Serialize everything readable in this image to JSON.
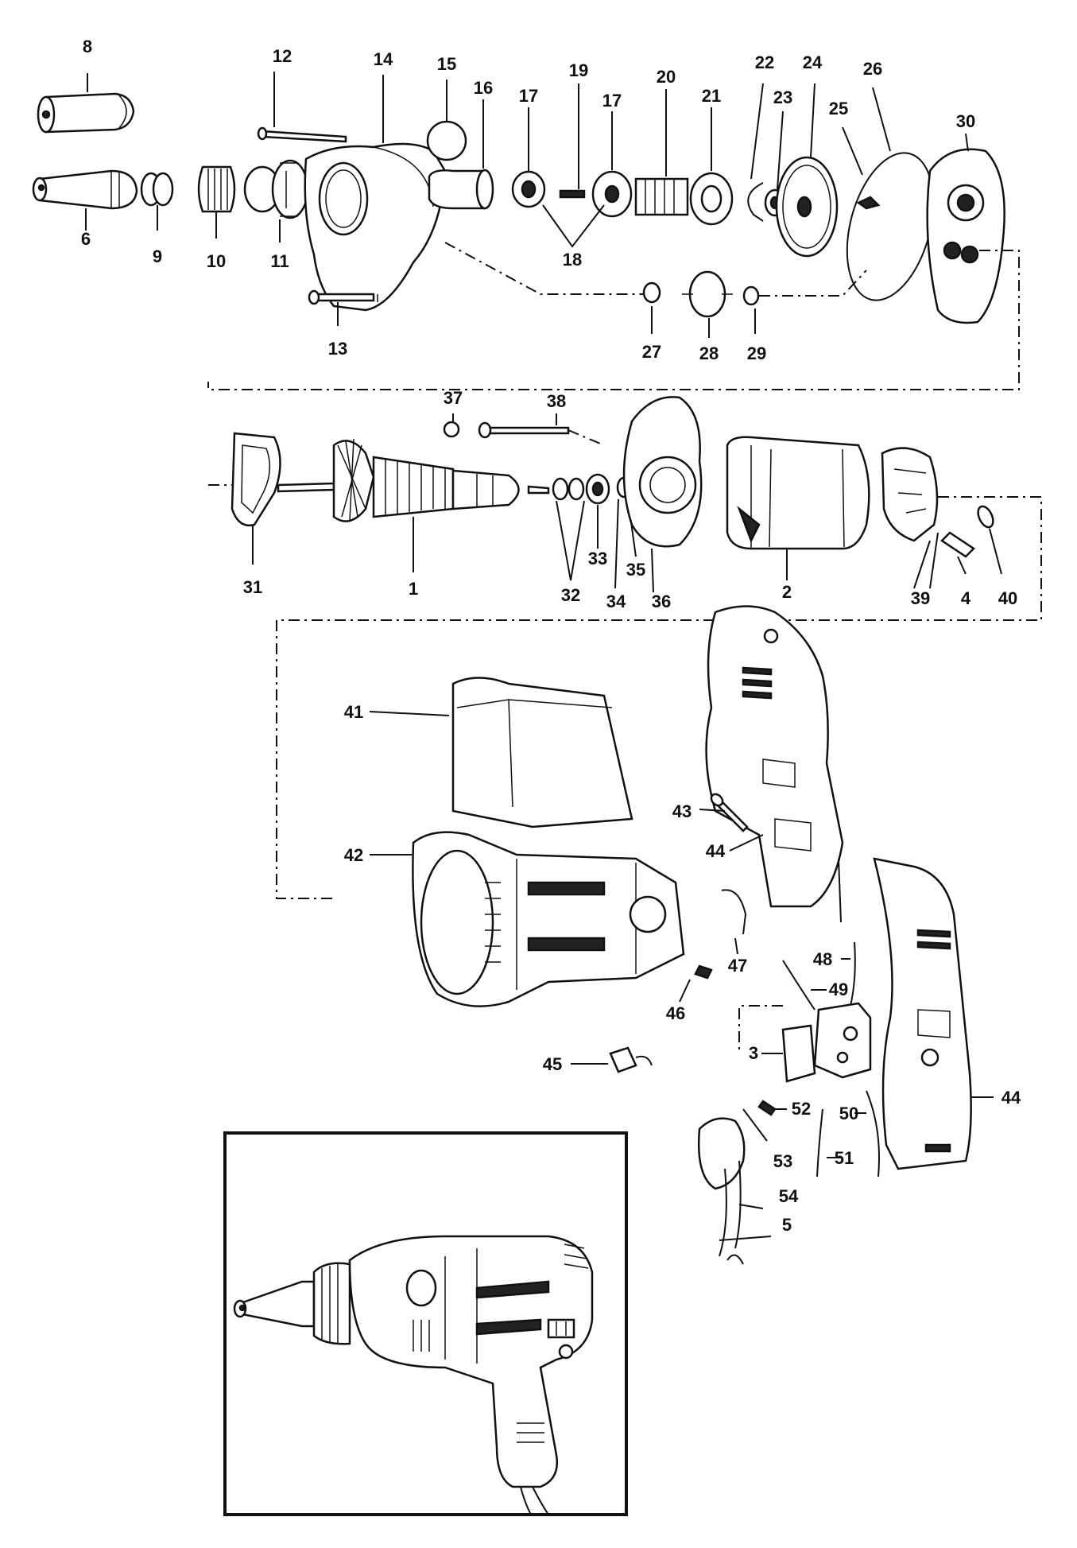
{
  "labels": {
    "p8": "8",
    "p12": "12",
    "p14": "14",
    "p15": "15",
    "p16": "16",
    "p17a": "17",
    "p19": "19",
    "p17b": "17",
    "p20": "20",
    "p21": "21",
    "p22": "22",
    "p24": "24",
    "p23": "23",
    "p26": "26",
    "p25": "25",
    "p30": "30",
    "p6": "6",
    "p9": "9",
    "p10": "10",
    "p11": "11",
    "p18": "18",
    "p13": "13",
    "p27": "27",
    "p28": "28",
    "p29": "29",
    "p37": "37",
    "p38": "38",
    "p31": "31",
    "p1": "1",
    "p32": "32",
    "p33": "33",
    "p34": "34",
    "p35": "35",
    "p36": "36",
    "p2": "2",
    "p39": "39",
    "p4": "4",
    "p40": "40",
    "p41": "41",
    "p42": "42",
    "p43": "43",
    "p44a": "44",
    "p47": "47",
    "p46": "46",
    "p48": "48",
    "p49": "49",
    "p3": "3",
    "p45": "45",
    "p52": "52",
    "p50": "50",
    "p44b": "44",
    "p53": "53",
    "p51": "51",
    "p54": "54",
    "p5": "5"
  }
}
